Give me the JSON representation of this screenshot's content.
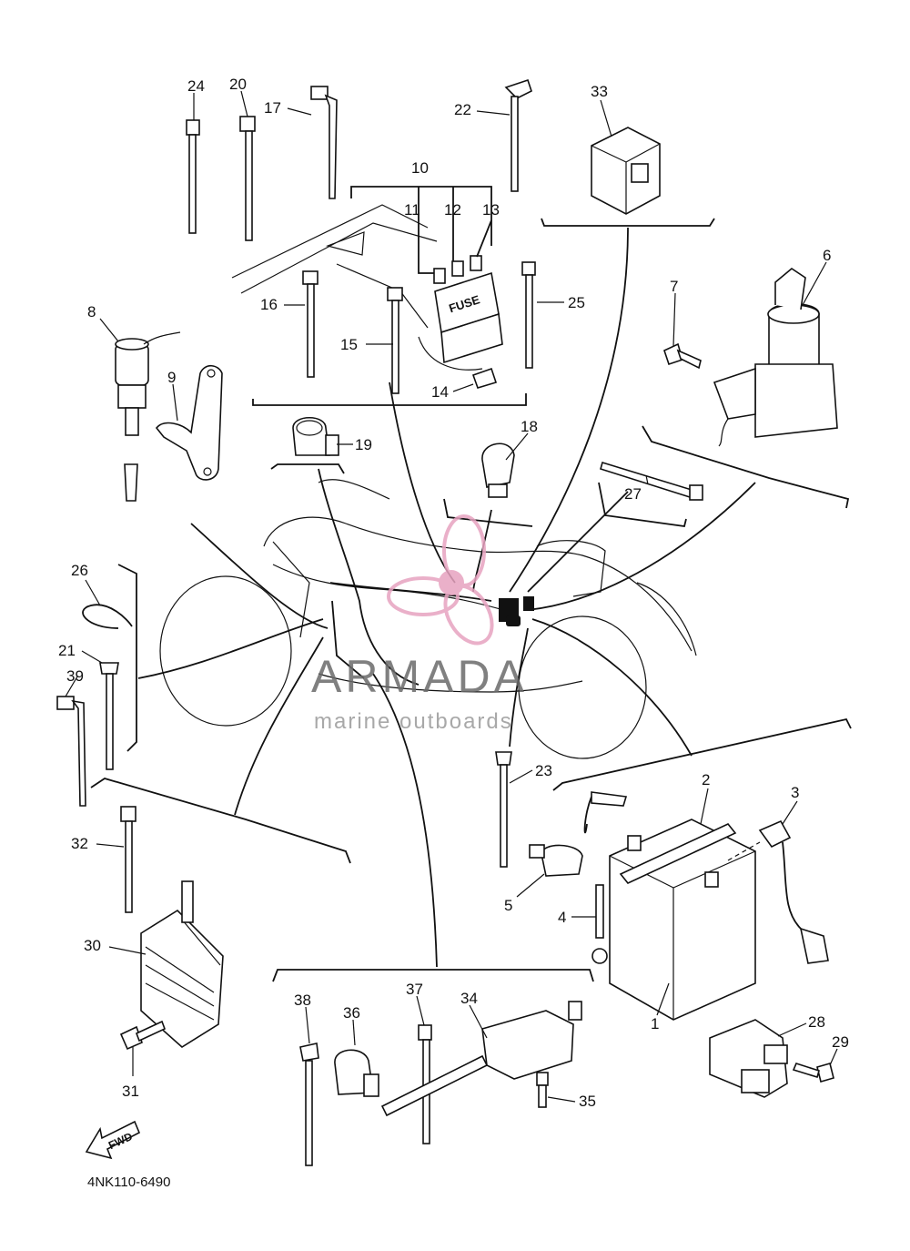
{
  "diagram": {
    "code": "4NK110-6490",
    "fwd_label": "FWD",
    "fuse_label": "FUSE",
    "watermark": {
      "brand": "ARMADA",
      "tagline": "marine outboards",
      "color_logo": "#e7a3c0",
      "color_text": "#6b6b6b"
    },
    "callouts": [
      "1",
      "2",
      "3",
      "4",
      "5",
      "6",
      "7",
      "8",
      "9",
      "10",
      "11",
      "12",
      "13",
      "14",
      "15",
      "16",
      "17",
      "18",
      "19",
      "20",
      "21",
      "22",
      "23",
      "24",
      "25",
      "26",
      "27",
      "28",
      "29",
      "30",
      "31",
      "32",
      "33",
      "34",
      "35",
      "36",
      "37",
      "38",
      "39"
    ]
  }
}
